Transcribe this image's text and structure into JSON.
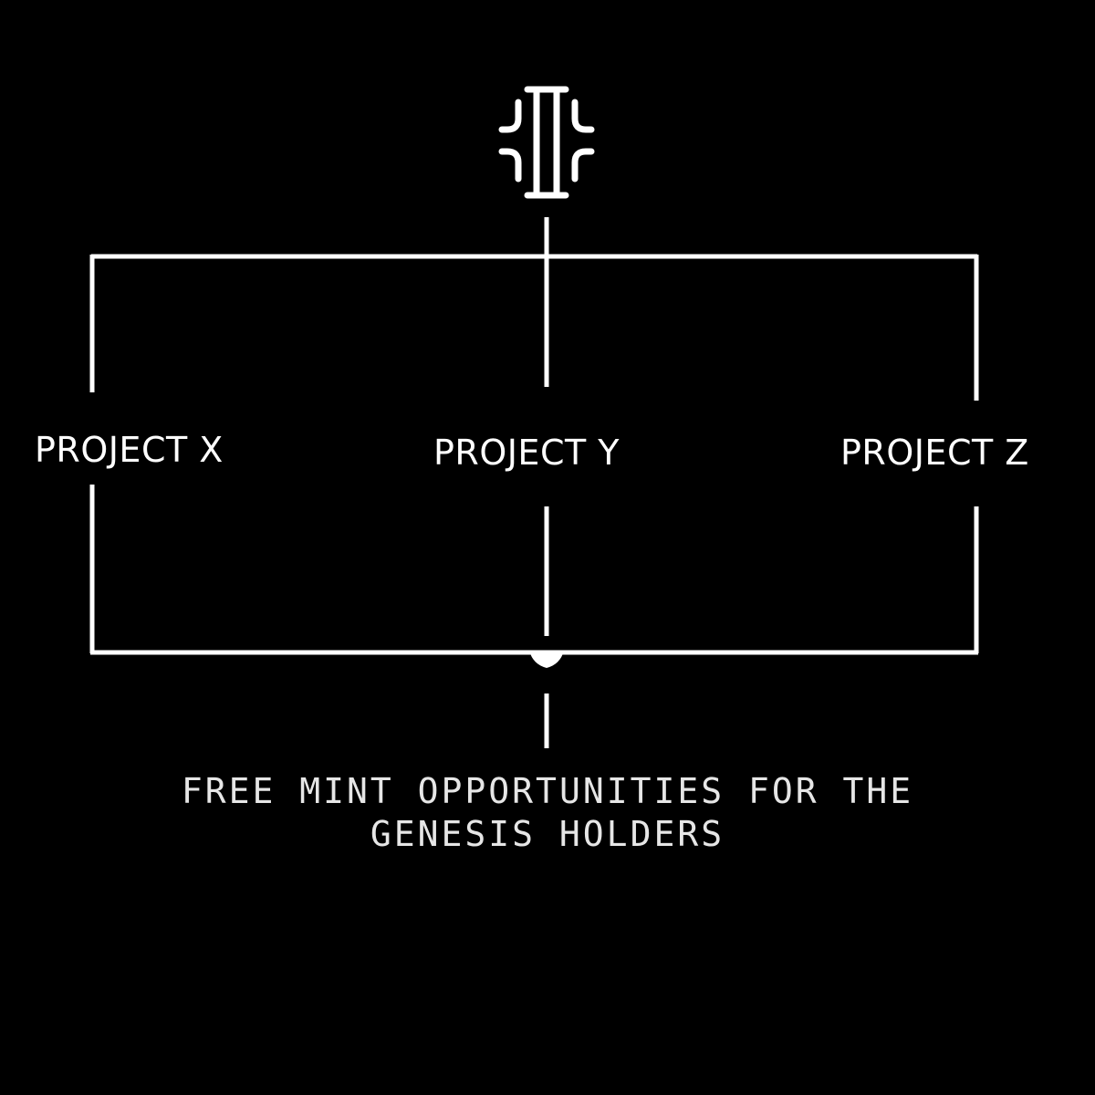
{
  "logo": {
    "name": "genesis-logo"
  },
  "nodes": [
    {
      "id": "project-x",
      "label": "PROJECT X"
    },
    {
      "id": "project-y",
      "label": "PROJECT Y"
    },
    {
      "id": "project-z",
      "label": "PROJECT Z"
    }
  ],
  "caption": {
    "line1": "FREE MINT OPPORTUNITIES FOR THE",
    "line2": "GENESIS HOLDERS"
  },
  "colors": {
    "background": "#000000",
    "line": "#ffffff",
    "text": "#ffffff",
    "caption_text": "#e6e6e6"
  }
}
